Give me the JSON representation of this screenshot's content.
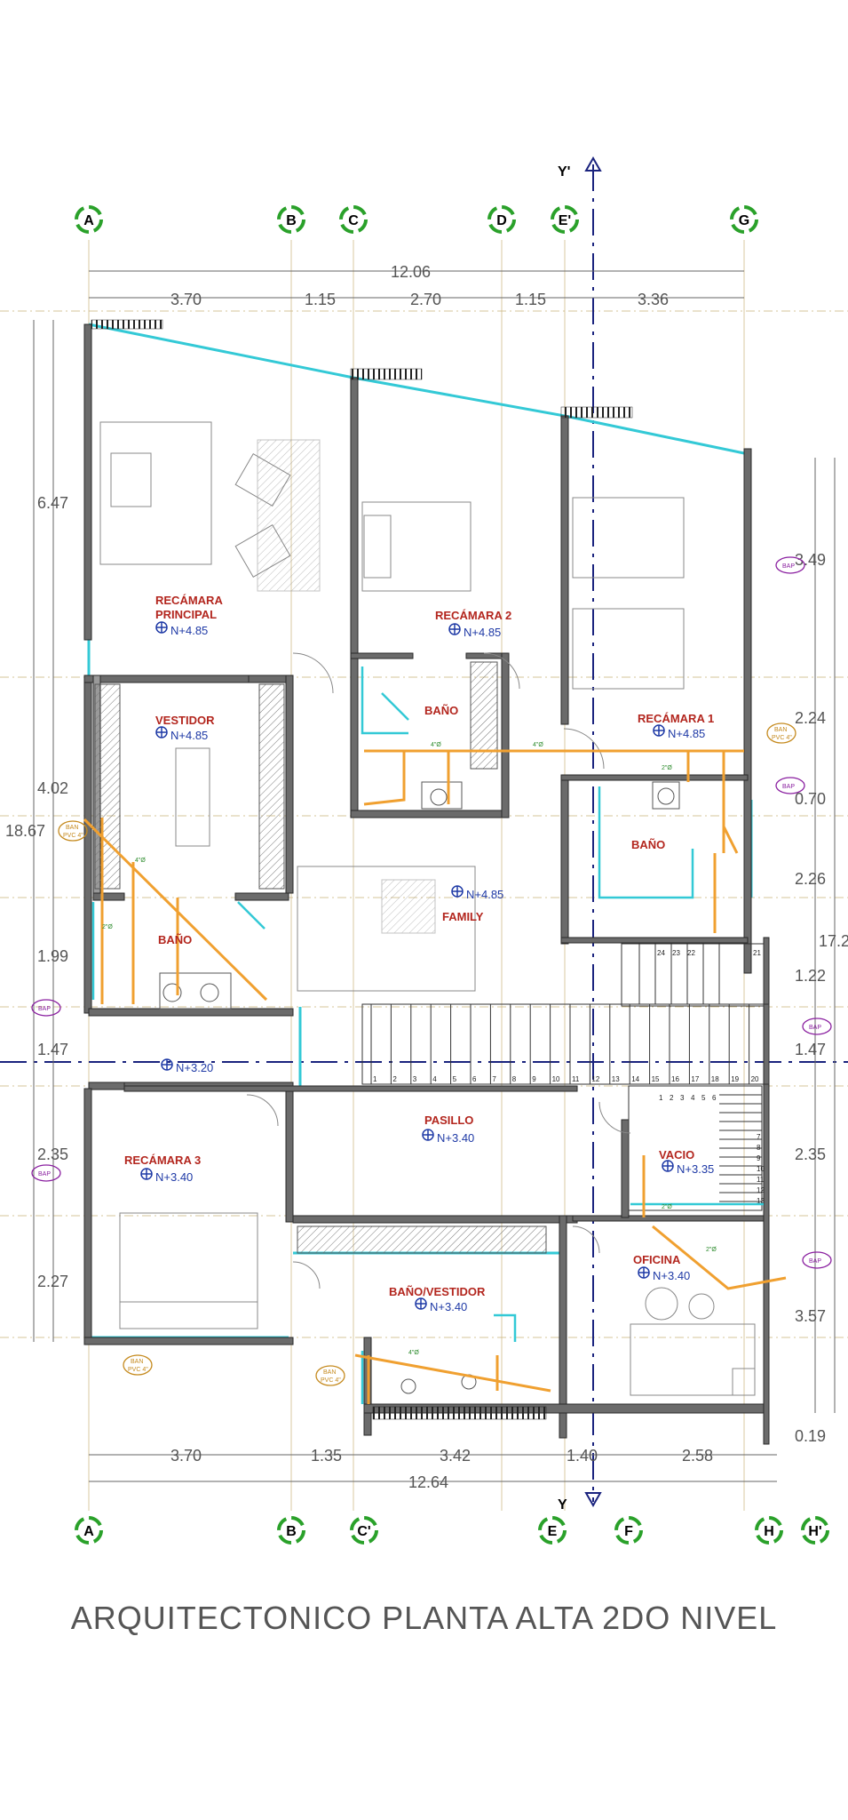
{
  "title": "ARQUITECTONICO PLANTA ALTA 2DO NIVEL",
  "colors": {
    "wall": "#555555",
    "glass": "#33c9d6",
    "pipe": "#f0a030",
    "grid_bubble": "#2aa12a",
    "room_label": "#b3261e",
    "level_label": "#1f3aa6",
    "axis_line": "#1a237e",
    "tag_purple": "#8a1fa0"
  },
  "grid_axes_top": [
    "A",
    "B",
    "C",
    "D",
    "E'",
    "G"
  ],
  "grid_axes_bottom": [
    "A",
    "B",
    "C'",
    "E",
    "F",
    "H",
    "H'"
  ],
  "section_axis_labels": {
    "top": "Y'",
    "bottom": "Y"
  },
  "dimensions": {
    "top_total": "12.06",
    "top_partials": [
      "3.70",
      "1.15",
      "2.70",
      "1.15",
      "3.36"
    ],
    "bottom_total": "12.64",
    "bottom_partials": [
      "3.70",
      "1.35",
      "3.42",
      "1.40",
      "2.58"
    ],
    "left_total": "18.67",
    "left_partials": [
      "6.47",
      "4.02",
      "1.99",
      "1.47",
      "2.35",
      "2.27"
    ],
    "right_total": "17.2",
    "right_partials": [
      "3.49",
      "2.24",
      "0.70",
      "2.26",
      "1.22",
      "1.47",
      "2.35",
      "3.57",
      "0.19"
    ]
  },
  "rooms": [
    {
      "name": "RECÁMARA PRINCIPAL",
      "line1": "RECÁMARA",
      "line2": "PRINCIPAL",
      "level": "N+4.85"
    },
    {
      "name": "RECÁMARA 2",
      "level": "N+4.85"
    },
    {
      "name": "BAÑO",
      "level": ""
    },
    {
      "name": "RECÁMARA 1",
      "level": "N+4.85"
    },
    {
      "name": "VESTIDOR",
      "level": "N+4.85"
    },
    {
      "name": "BAÑO",
      "level": ""
    },
    {
      "name": "BAÑO",
      "level": ""
    },
    {
      "name": "FAMILY",
      "level": "N+4.85"
    },
    {
      "name": "PASILLO",
      "level": "N+3.40"
    },
    {
      "name": "RECÁMARA 3",
      "level": "N+3.40"
    },
    {
      "name": "BAÑO/VESTIDOR",
      "level": "N+3.40"
    },
    {
      "name": "VACIO",
      "level": "N+3.35"
    },
    {
      "name": "OFICINA",
      "level": "N+3.40"
    }
  ],
  "landing_level": "N+3.20",
  "stair_steps_lower": [
    "1",
    "2",
    "3",
    "4",
    "5",
    "6",
    "7",
    "8",
    "9",
    "10",
    "11",
    "12",
    "13",
    "14",
    "15",
    "16",
    "17",
    "18",
    "19",
    "20"
  ],
  "stair_steps_upper": [
    "24",
    "23",
    "22",
    "21"
  ],
  "stair_steps_right": [
    "1",
    "2",
    "3",
    "4",
    "5",
    "6",
    "7",
    "8",
    "9",
    "10",
    "11",
    "12",
    "13"
  ],
  "pipe_diameters": [
    "4\"Ø",
    "2\"Ø"
  ],
  "tags": {
    "bap": "BAP",
    "ban": "BAN",
    "pvc": "PVC 4\""
  }
}
